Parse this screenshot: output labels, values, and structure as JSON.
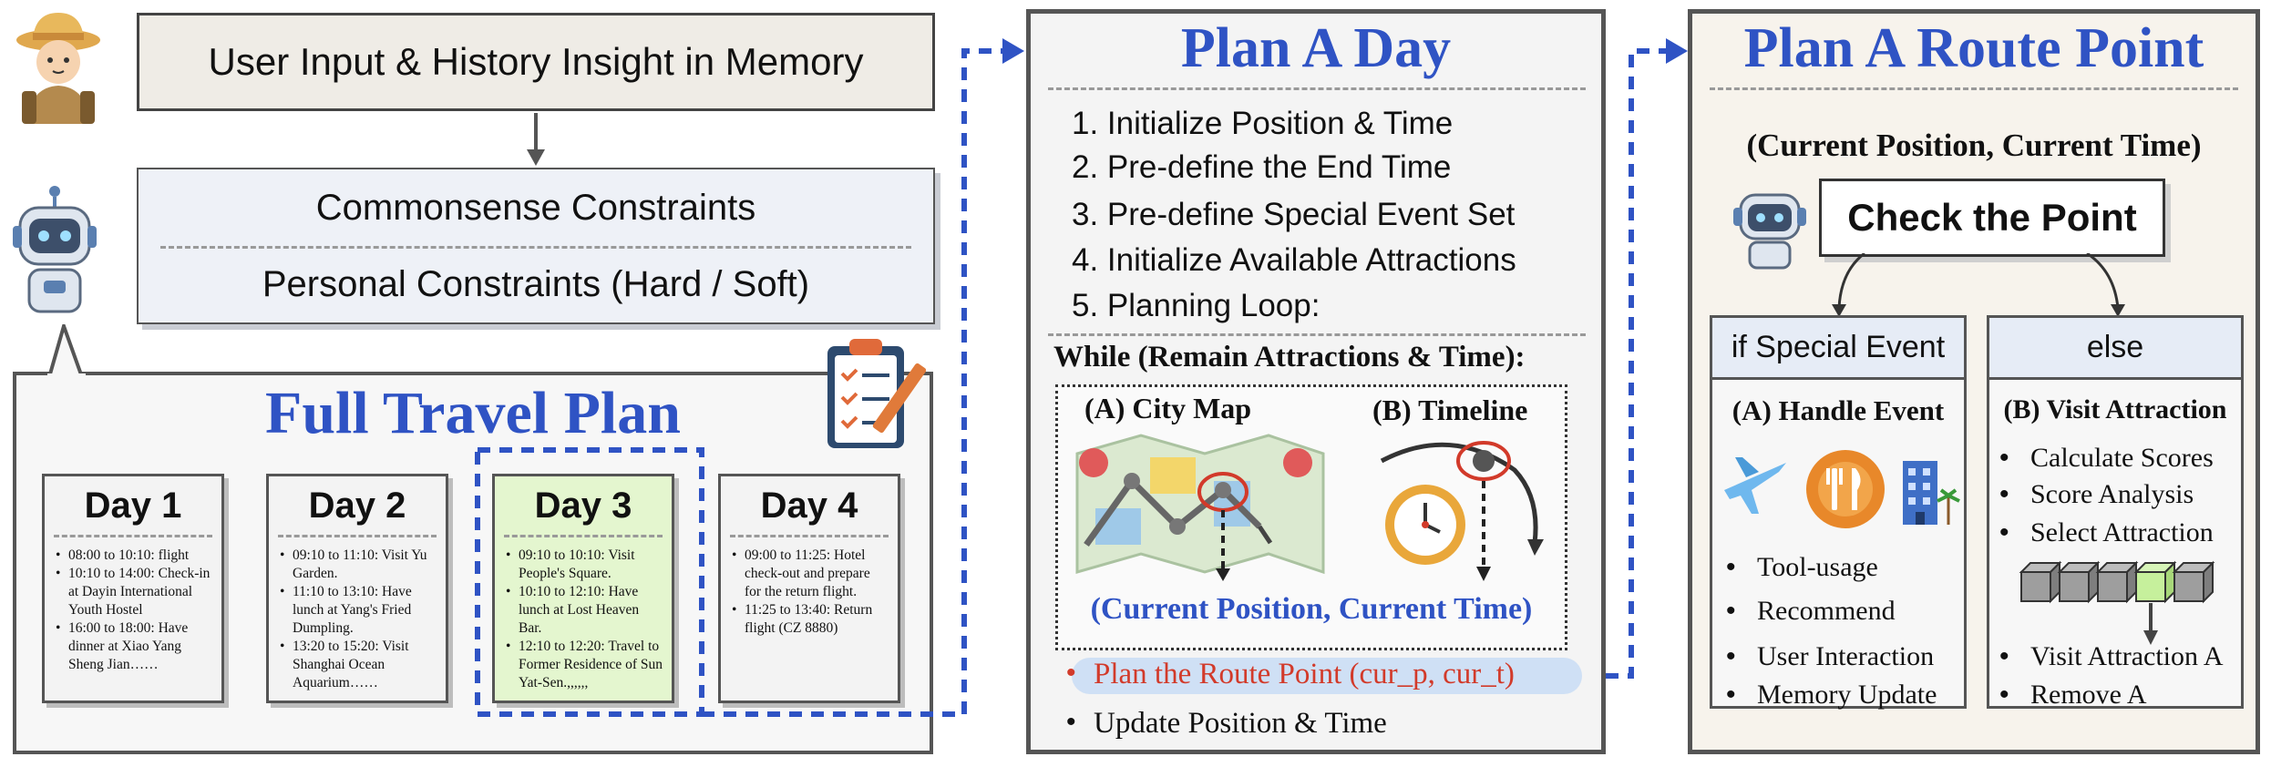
{
  "left": {
    "input_box": "User Input & History Insight in Memory",
    "commonsense": "Commonsense Constraints",
    "personal": "Personal Constraints (Hard / Soft)",
    "full_plan_title": "Full Travel Plan",
    "days": [
      {
        "title": "Day 1",
        "items": [
          "08:00 to 10:10: flight",
          "10:10 to 14:00: Check-in at Dayin International Youth Hostel",
          "16:00 to 18:00: Have dinner at Xiao Yang Sheng Jian……"
        ]
      },
      {
        "title": "Day 2",
        "items": [
          "09:10 to 11:10: Visit Yu Garden.",
          "11:10 to 13:10: Have lunch at Yang's Fried Dumpling.",
          "13:20 to 15:20: Visit Shanghai Ocean Aquarium……"
        ]
      },
      {
        "title": "Day 3",
        "items": [
          "09:10 to 10:10: Visit People's Square.",
          "10:10 to 12:10: Have lunch at Lost Heaven Bar.",
          "12:10 to 12:20: Travel to Former Residence of Sun Yat-Sen.,,,,,,"
        ]
      },
      {
        "title": "Day 4",
        "items": [
          "09:00 to 11:25: Hotel check-out and prepare for the return flight.",
          "11:25 to 13:40: Return flight (CZ 8880)"
        ]
      }
    ]
  },
  "middle": {
    "title": "Plan A Day",
    "steps": [
      "1. Initialize Position & Time",
      "2. Pre-define the End Time",
      "3. Pre-define Special Event Set",
      "4. Initialize Available Attractions",
      "5. Planning Loop:"
    ],
    "while_text": "While (Remain Attractions & Time):",
    "map_caption": "(A) City Map",
    "timeline_caption": "(B) Timeline",
    "current": "(Current Position, Current Time)",
    "route_point": "Plan the Route Point (cur_p, cur_t)",
    "update": "Update Position & Time"
  },
  "right": {
    "title": "Plan A Route Point",
    "current": "(Current Position, Current Time)",
    "check": "Check the Point",
    "special_head": "if Special Event",
    "else_head": "else",
    "handle_title": "(A) Handle Event",
    "handle_items": [
      "Tool-usage",
      "Recommend",
      "User Interaction",
      "Memory Update"
    ],
    "visit_title": "(B) Visit Attraction",
    "visit_items": [
      "Calculate Scores",
      "Score Analysis",
      "Select Attraction"
    ],
    "visit_after": [
      "Visit Attraction A",
      "Remove A"
    ]
  },
  "colors": {
    "blue_title": "#2f53c4",
    "dash_blue": "#2f53c4",
    "highlight_day": "#e4f6cf",
    "route_red": "#d23a2a"
  }
}
